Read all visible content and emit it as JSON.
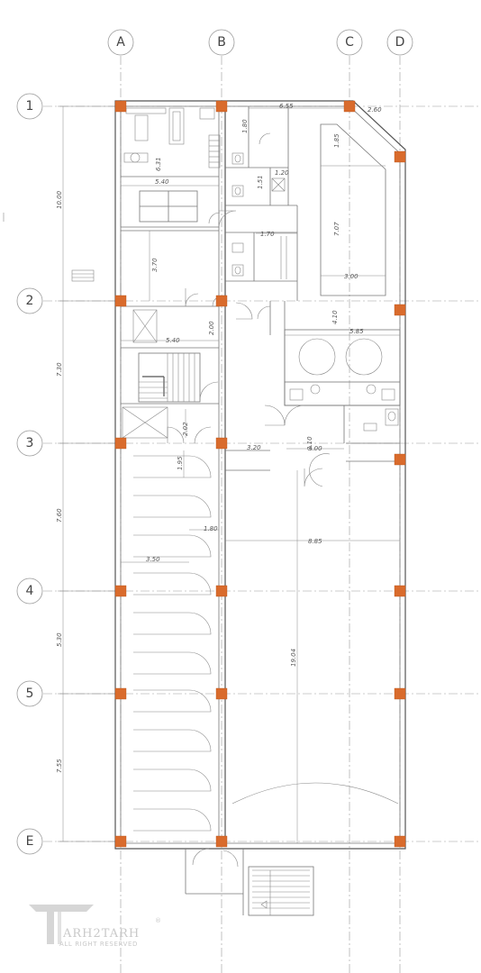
{
  "axes": {
    "vertical": [
      {
        "label": "A"
      },
      {
        "label": "B"
      },
      {
        "label": "C"
      },
      {
        "label": "D"
      }
    ],
    "horizontal": [
      {
        "label": "1"
      },
      {
        "label": "2"
      },
      {
        "label": "3"
      },
      {
        "label": "4"
      },
      {
        "label": "5"
      },
      {
        "label": "E"
      }
    ]
  },
  "dimensions": {
    "bay_1_2": "10.00",
    "bay_2_3": "7.30",
    "bay_3_4": "7.60",
    "bay_4_5": "5.30",
    "bay_5_E": "7.55",
    "top_width": "6.55",
    "top_right": "2.60",
    "gym_width": "5.40",
    "gym_height": "6.31",
    "wc_1": "1.80",
    "wc_2": "1.51",
    "wc_3": "1.20",
    "corridor": "1.70",
    "ramp_len": "7.07",
    "ramp_top": "1.85",
    "ramp_w": "3.00",
    "room_h": "3.70",
    "stair_w": "5.40",
    "corr_h": "2.00",
    "hall_h": "4.10",
    "hall_w": "5.85",
    "lobby_h": "2.02",
    "lobby_w": "3.20",
    "lobby_d": "3.10",
    "lobby_e": "3.00",
    "park_1": "1.95",
    "park_2": "1.80",
    "park_3": "3.50",
    "big_w": "8.85",
    "big_h": "19.04"
  },
  "watermark": {
    "brand": "ARH2TARH",
    "registered": "®",
    "tagline": "ALL RIGHT RESERVED"
  },
  "colors": {
    "column": "#d96b2c",
    "grid": "#9a9a9a",
    "wall": "#555555"
  }
}
